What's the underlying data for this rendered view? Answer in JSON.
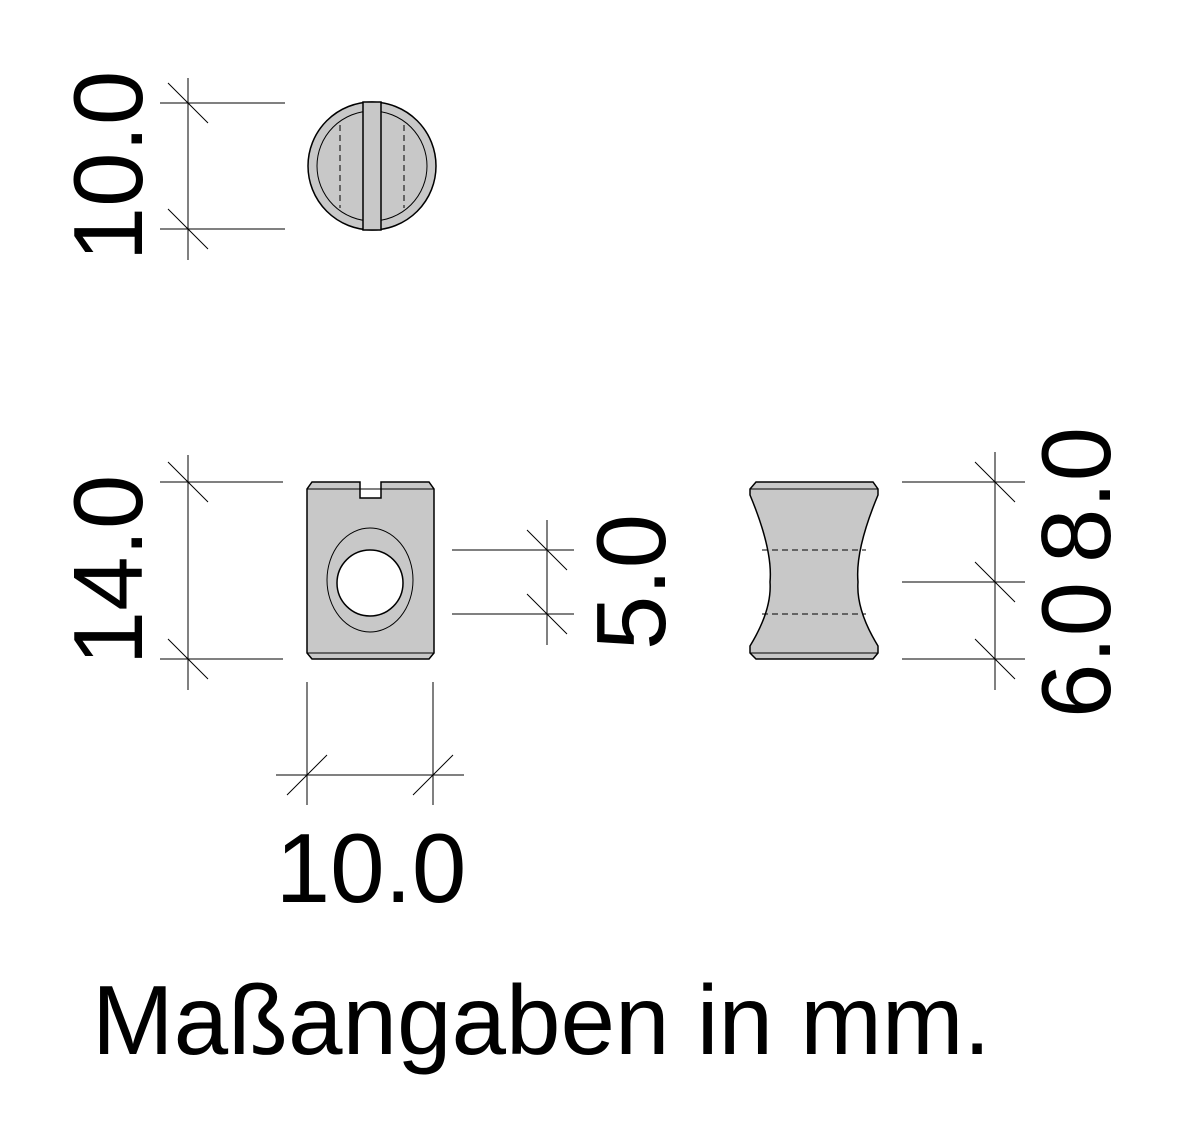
{
  "drawing": {
    "part_fill": "#c8c8c8",
    "line_color": "#000000",
    "background": "#ffffff",
    "dimensions": {
      "top_view_diameter": "10.0",
      "front_height": "14.0",
      "front_width": "10.0",
      "hole_diameter": "5.0",
      "side_upper": "8.0",
      "side_lower": "6.0"
    },
    "note": "Maßangaben in mm."
  }
}
